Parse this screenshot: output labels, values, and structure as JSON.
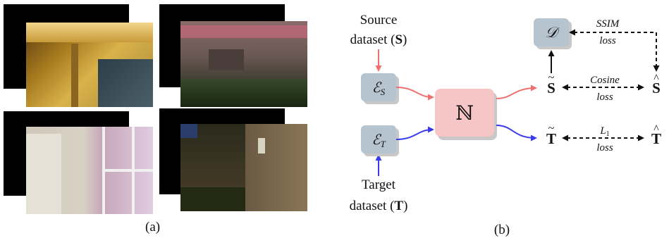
{
  "panel_a": {
    "caption": "(a)"
  },
  "panel_b": {
    "caption": "(b)",
    "source_label_line1": "Source",
    "source_label_line2": "dataset (S)",
    "target_label_line1": "Target",
    "target_label_line2": "dataset (T)",
    "encoder_s": "ℰS",
    "encoder_t": "ℰT",
    "network": "ℕ",
    "decoder": "𝒟",
    "s_tilde": "S̃",
    "t_tilde": "T̃",
    "s_hat": "Ŝ",
    "t_hat": "T̂",
    "ssim_loss_l1": "SSIM",
    "ssim_loss_l2": "loss",
    "cosine_loss_l1": "Cosine",
    "cosine_loss_l2": "loss",
    "l1_loss_l1": "L1",
    "l1_loss_l2": "loss"
  },
  "colors": {
    "source_arrow": "#f07070",
    "target_arrow": "#3a3af0",
    "encoder_fill": "#b6c4cf",
    "network_fill": "#f6c6c6",
    "shadow": "#c8c8c8"
  }
}
